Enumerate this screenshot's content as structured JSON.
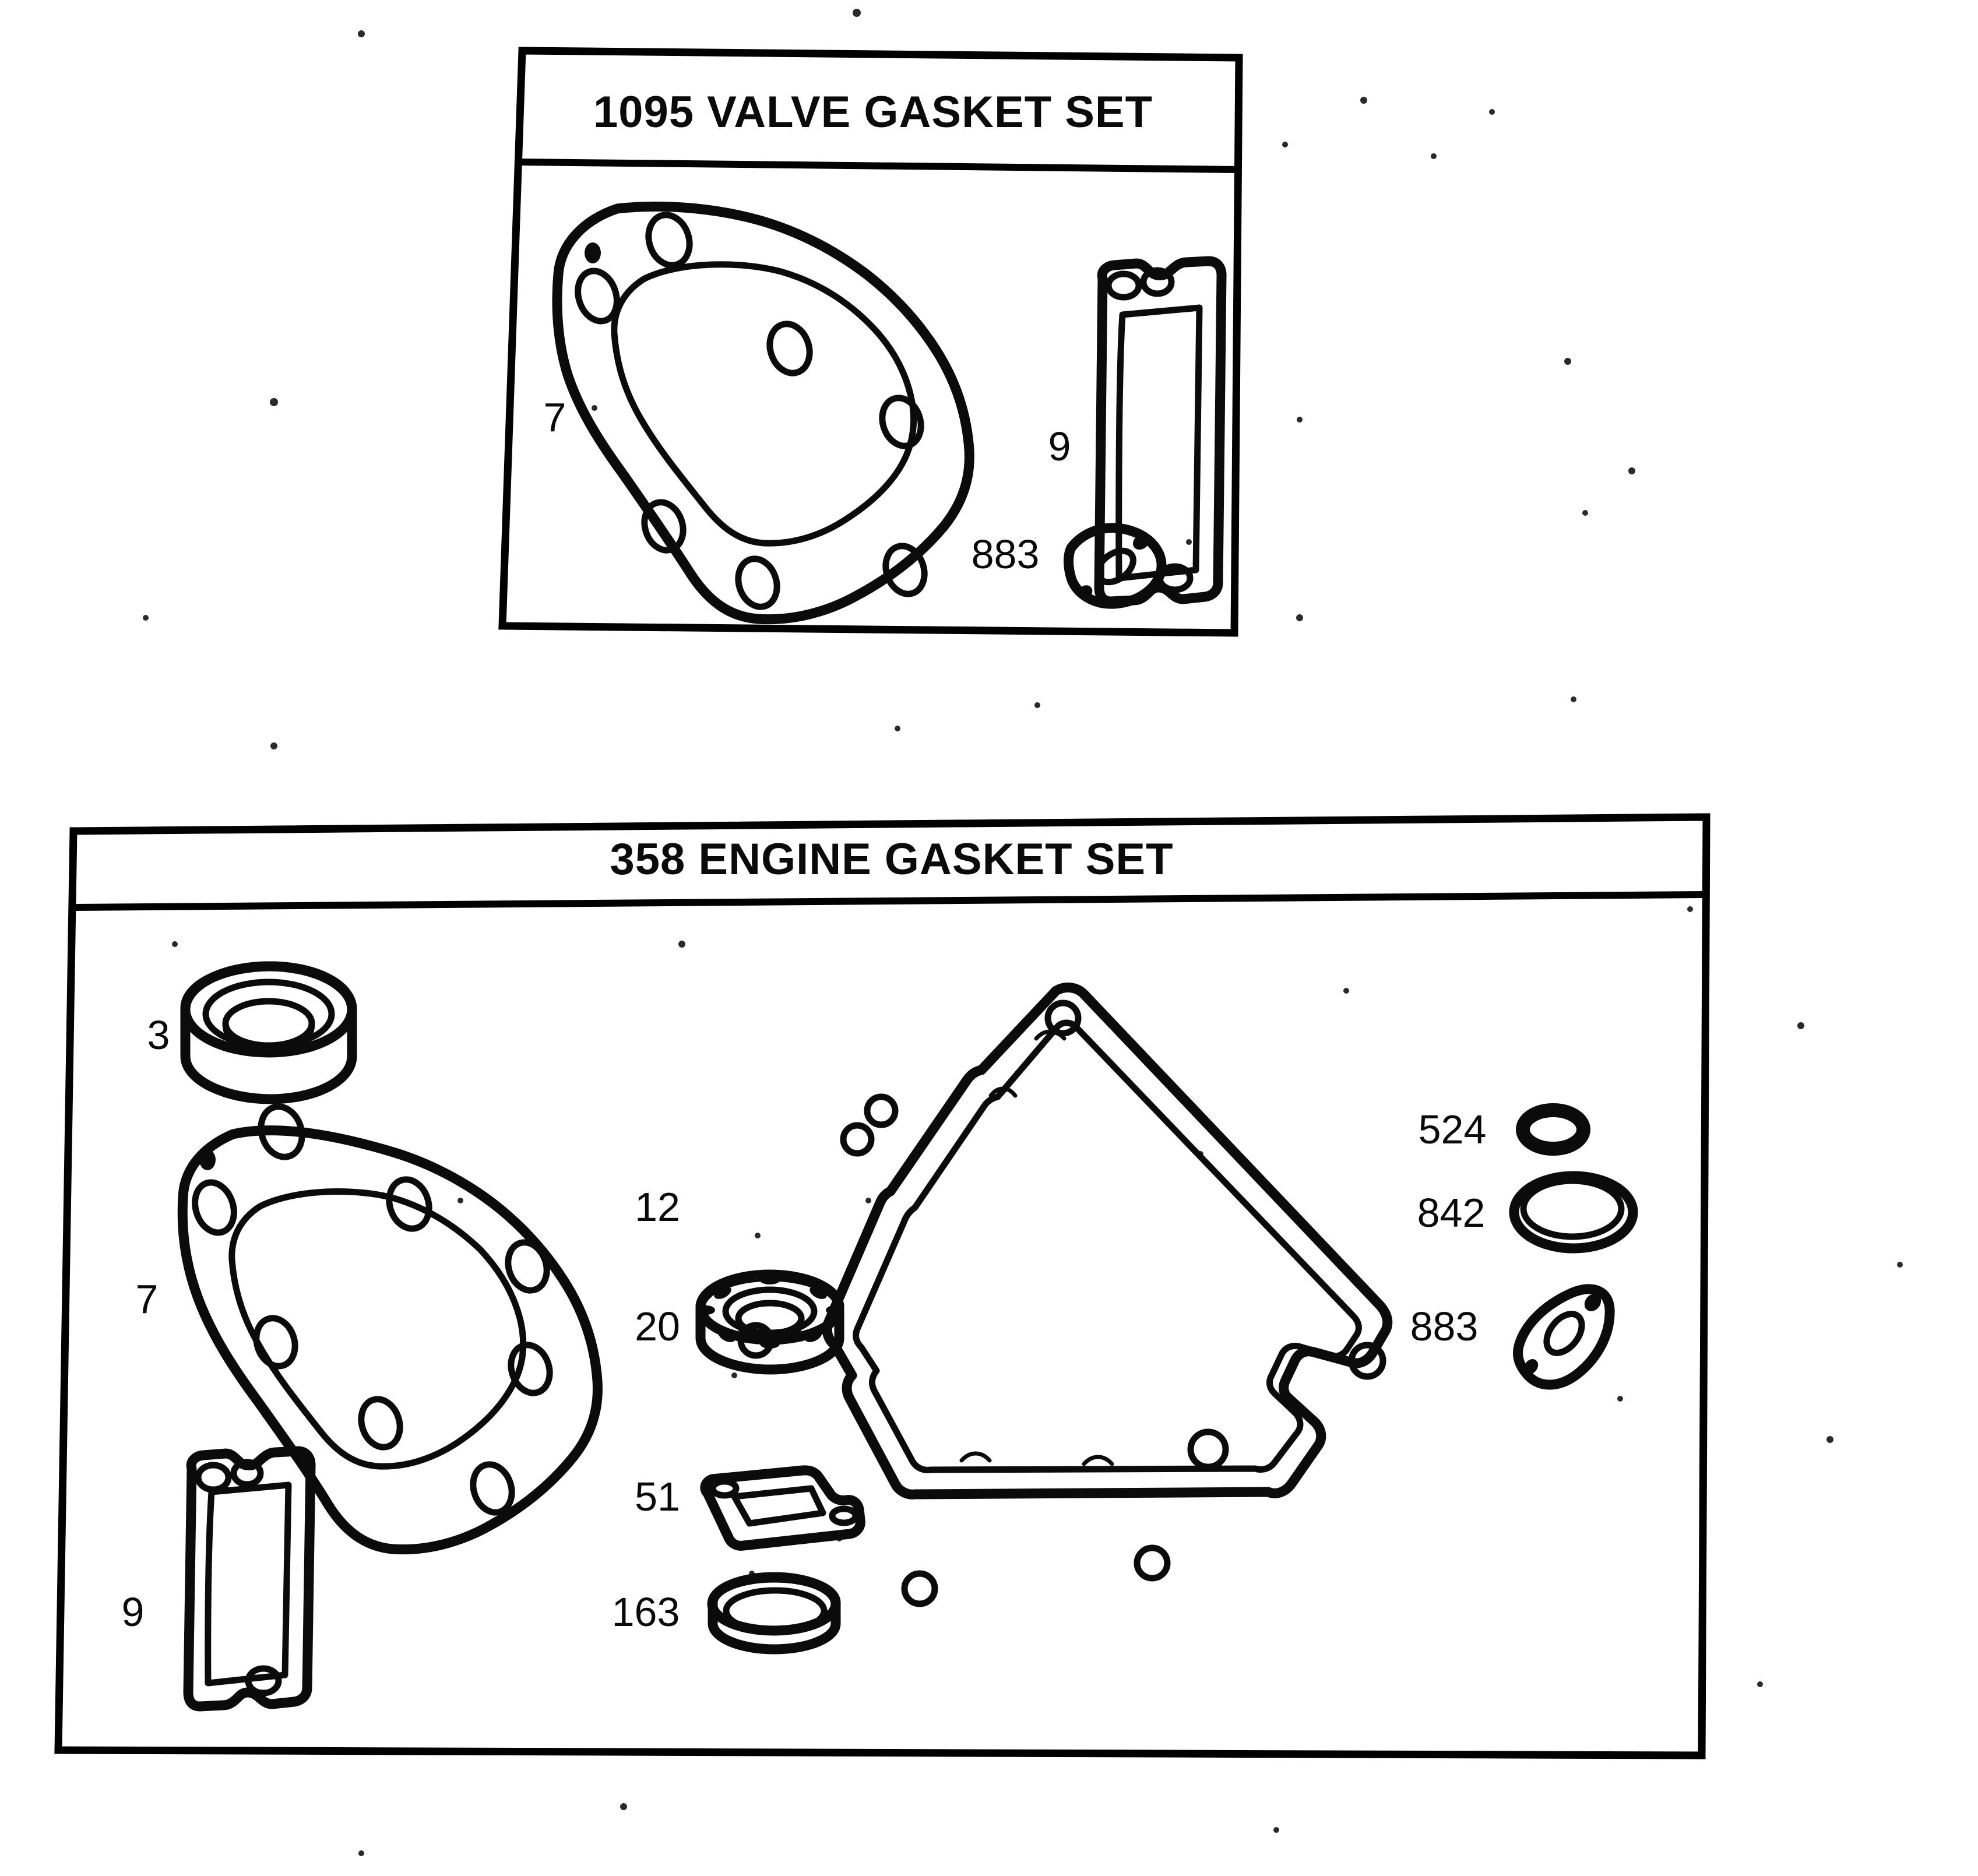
{
  "document": {
    "kind": "illustrated-parts-diagram",
    "background_color": "#ffffff",
    "ink_color": "#0b0b0b"
  },
  "panels": [
    {
      "id": "valve-gasket-set",
      "title": "1095 VALVE GASKET SET",
      "callouts": [
        {
          "ref": "7",
          "part": "cylinder-head-gasket"
        },
        {
          "ref": "9",
          "part": "valve-cover-gasket"
        },
        {
          "ref": "883",
          "part": "carburetor-flange-gasket"
        }
      ]
    },
    {
      "id": "engine-gasket-set",
      "title": "358 ENGINE GASKET SET",
      "callouts": [
        {
          "ref": "3",
          "part": "oil-seal"
        },
        {
          "ref": "7",
          "part": "cylinder-head-gasket"
        },
        {
          "ref": "9",
          "part": "valve-cover-gasket"
        },
        {
          "ref": "12",
          "part": "crankcase-cover-gasket"
        },
        {
          "ref": "20",
          "part": "ball-bearing"
        },
        {
          "ref": "51",
          "part": "intake-manifold-gasket"
        },
        {
          "ref": "163",
          "part": "sealing-ring"
        },
        {
          "ref": "524",
          "part": "o-ring-small"
        },
        {
          "ref": "842",
          "part": "o-ring-large"
        },
        {
          "ref": "883",
          "part": "carburetor-flange-gasket"
        }
      ]
    }
  ],
  "labels": {
    "top_title": "1095 VALVE GASKET SET",
    "bottom_title": "358 ENGINE GASKET SET",
    "top_ref_7": "7",
    "top_ref_9": "9",
    "top_ref_883": "883",
    "bot_ref_3": "3",
    "bot_ref_7": "7",
    "bot_ref_9": "9",
    "bot_ref_12": "12",
    "bot_ref_20": "20",
    "bot_ref_51": "51",
    "bot_ref_163": "163",
    "bot_ref_524": "524",
    "bot_ref_842": "842",
    "bot_ref_883": "883"
  }
}
